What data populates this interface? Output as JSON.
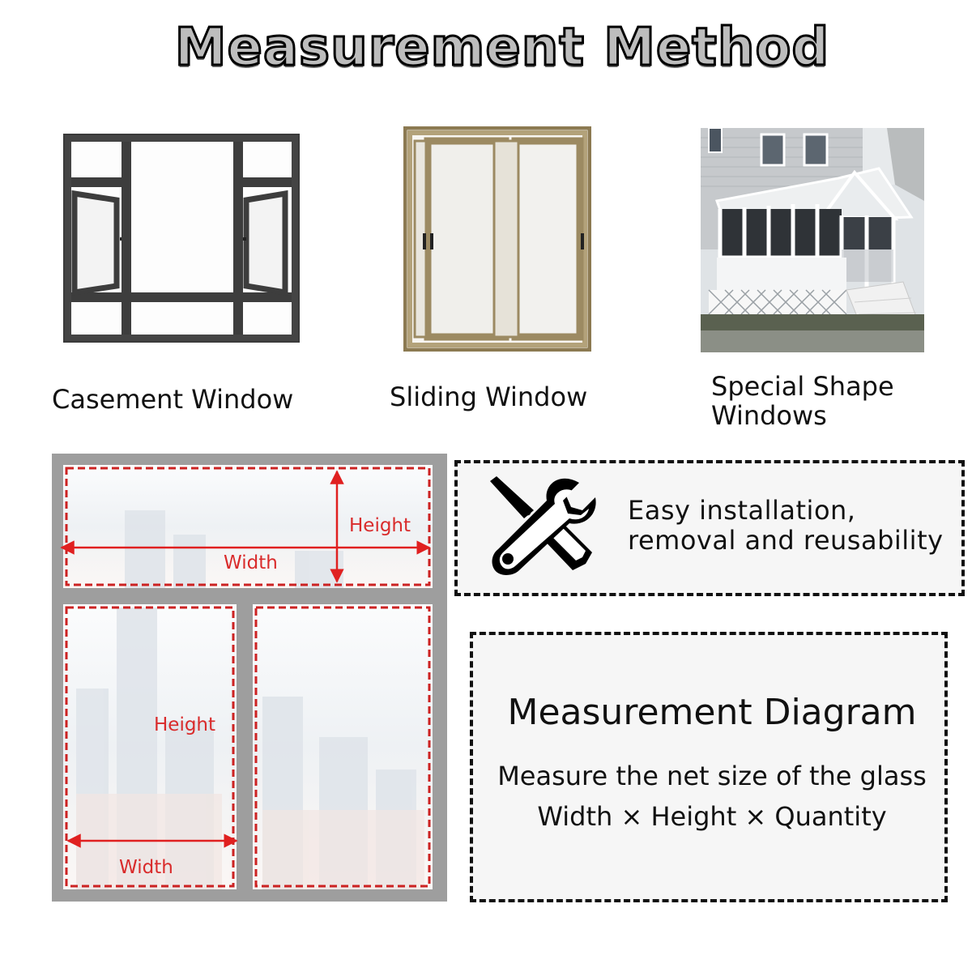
{
  "title": "Measurement Method",
  "windows": [
    {
      "label": "Casement Window",
      "icon": "casement-window-image"
    },
    {
      "label": "Sliding Window",
      "icon": "sliding-window-image"
    },
    {
      "label_line1": "Special Shape",
      "label_line2": "Windows",
      "icon": "sunroom-photo"
    }
  ],
  "diagram": {
    "top_height": "Height",
    "top_width": "Width",
    "bottom_height": "Height",
    "bottom_width": "Width"
  },
  "feature": {
    "icon": "tools-icon",
    "line1": "Easy installation,",
    "line2": "removal and reusability"
  },
  "measure": {
    "title": "Measurement Diagram",
    "line1": "Measure the net size of the glass",
    "line2": "Width × Height × Quantity"
  },
  "colors": {
    "frame_gray": "#9e9e9e",
    "dash_red": "#cc2222",
    "arrow_red": "#e02020",
    "window_frame_dark": "#3a3a3a",
    "window_frame_gold": "#9c8a62"
  }
}
